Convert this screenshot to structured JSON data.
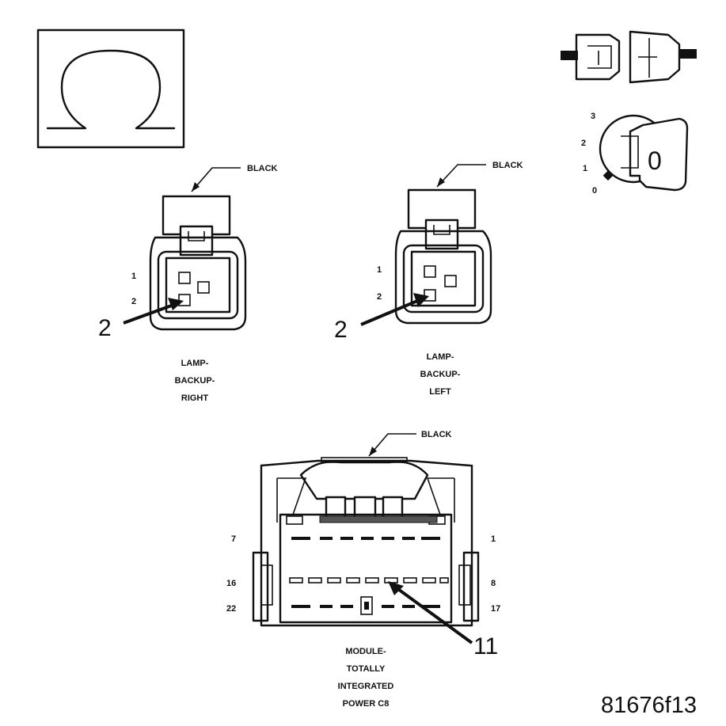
{
  "ohm_symbol": "Ω",
  "figure_id": "81676f13",
  "ignition": {
    "positions": [
      "3",
      "2",
      "1",
      "0"
    ],
    "key_label": "0"
  },
  "connectors": [
    {
      "id": "lamp_backup_right",
      "color_label": "BLACK",
      "name_lines": [
        "LAMP-",
        "BACKUP-",
        "RIGHT"
      ],
      "pins": [
        "1",
        "2"
      ],
      "callout": "2"
    },
    {
      "id": "lamp_backup_left",
      "color_label": "BLACK",
      "name_lines": [
        "LAMP-",
        "BACKUP-",
        "LEFT"
      ],
      "pins": [
        "1",
        "2"
      ],
      "callout": "2"
    },
    {
      "id": "tipm_c8",
      "color_label": "BLACK",
      "name_lines": [
        "MODULE-",
        "TOTALLY",
        "INTEGRATED",
        "POWER C8"
      ],
      "pins": [
        "7",
        "1",
        "16",
        "8",
        "22",
        "17"
      ],
      "callout": "11"
    }
  ]
}
